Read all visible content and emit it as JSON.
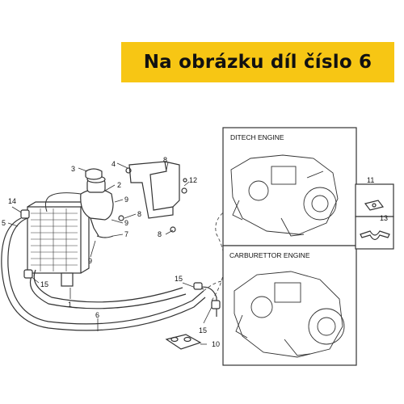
{
  "banner": {
    "title": "Na obrázku díl číslo 6",
    "color": "#f7c614"
  },
  "insets": {
    "top_label": "DITECH ENGINE",
    "bottom_label": "CARBURETTOR ENGINE"
  },
  "callouts": [
    "1",
    "2",
    "3",
    "4",
    "5",
    "6",
    "7",
    "8",
    "8",
    "8",
    "9",
    "9",
    "10",
    "11",
    "12",
    "13",
    "14",
    "15",
    "15",
    "15"
  ]
}
